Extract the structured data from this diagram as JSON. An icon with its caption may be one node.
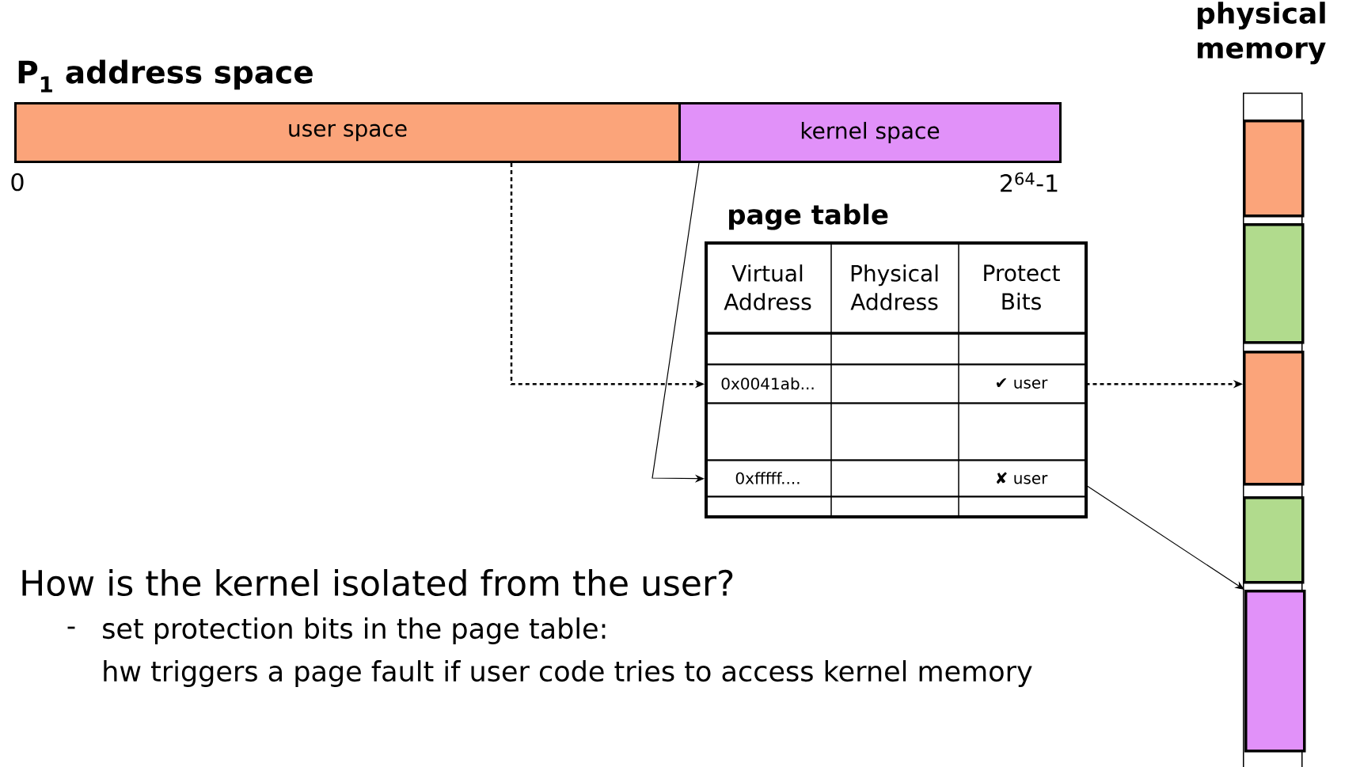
{
  "diagram": {
    "title": "P$_{1}$ address space",
    "nodes": [
      {
        "text": [
          "user space"
        ]
      },
      {
        "text": [
          "kernel space"
        ]
      },
      {
        "text": [
          "page table"
        ]
      },
      {
        "text": [
          "0x0041ab...",
          "✔ user"
        ],
        "in": 2
      },
      {
        "text": [
          "0xfffff....",
          "✘ user"
        ],
        "in": 2
      },
      {
        "text": [
          "physical memory"
        ]
      },
      {
        "text": [],
        "shape": "box",
        "in": 5
      },
      {
        "text": [],
        "shape": "box",
        "in": 5
      },
      {
        "text": [],
        "shape": "box",
        "in": 5
      },
      {
        "text": [],
        "shape": "box",
        "in": 5
      },
      {
        "text": [],
        "shape": "box",
        "in": 5
      }
    ],
    "edges": [
      {
        "from": 0,
        "to": 3,
        "arrow": "to",
        "style": "dashed"
      },
      {
        "from": 1,
        "to": 4,
        "arrow": "to"
      },
      {
        "from": 3,
        "to": 8,
        "arrow": "to",
        "style": "dashed"
      },
      {
        "from": 4,
        "to": 10,
        "arrow": "to"
      }
    ],
    "labels": [
      "0",
      "2$^{64}$-1",
      "Virtual Address",
      "Physical Address",
      "Protect Bits",
      "How is the kernel isolated from the user?",
      "-",
      "set protection bits in the page table:",
      "hw triggers a page fault if user code tries to access kernel memory"
    ]
  }
}
